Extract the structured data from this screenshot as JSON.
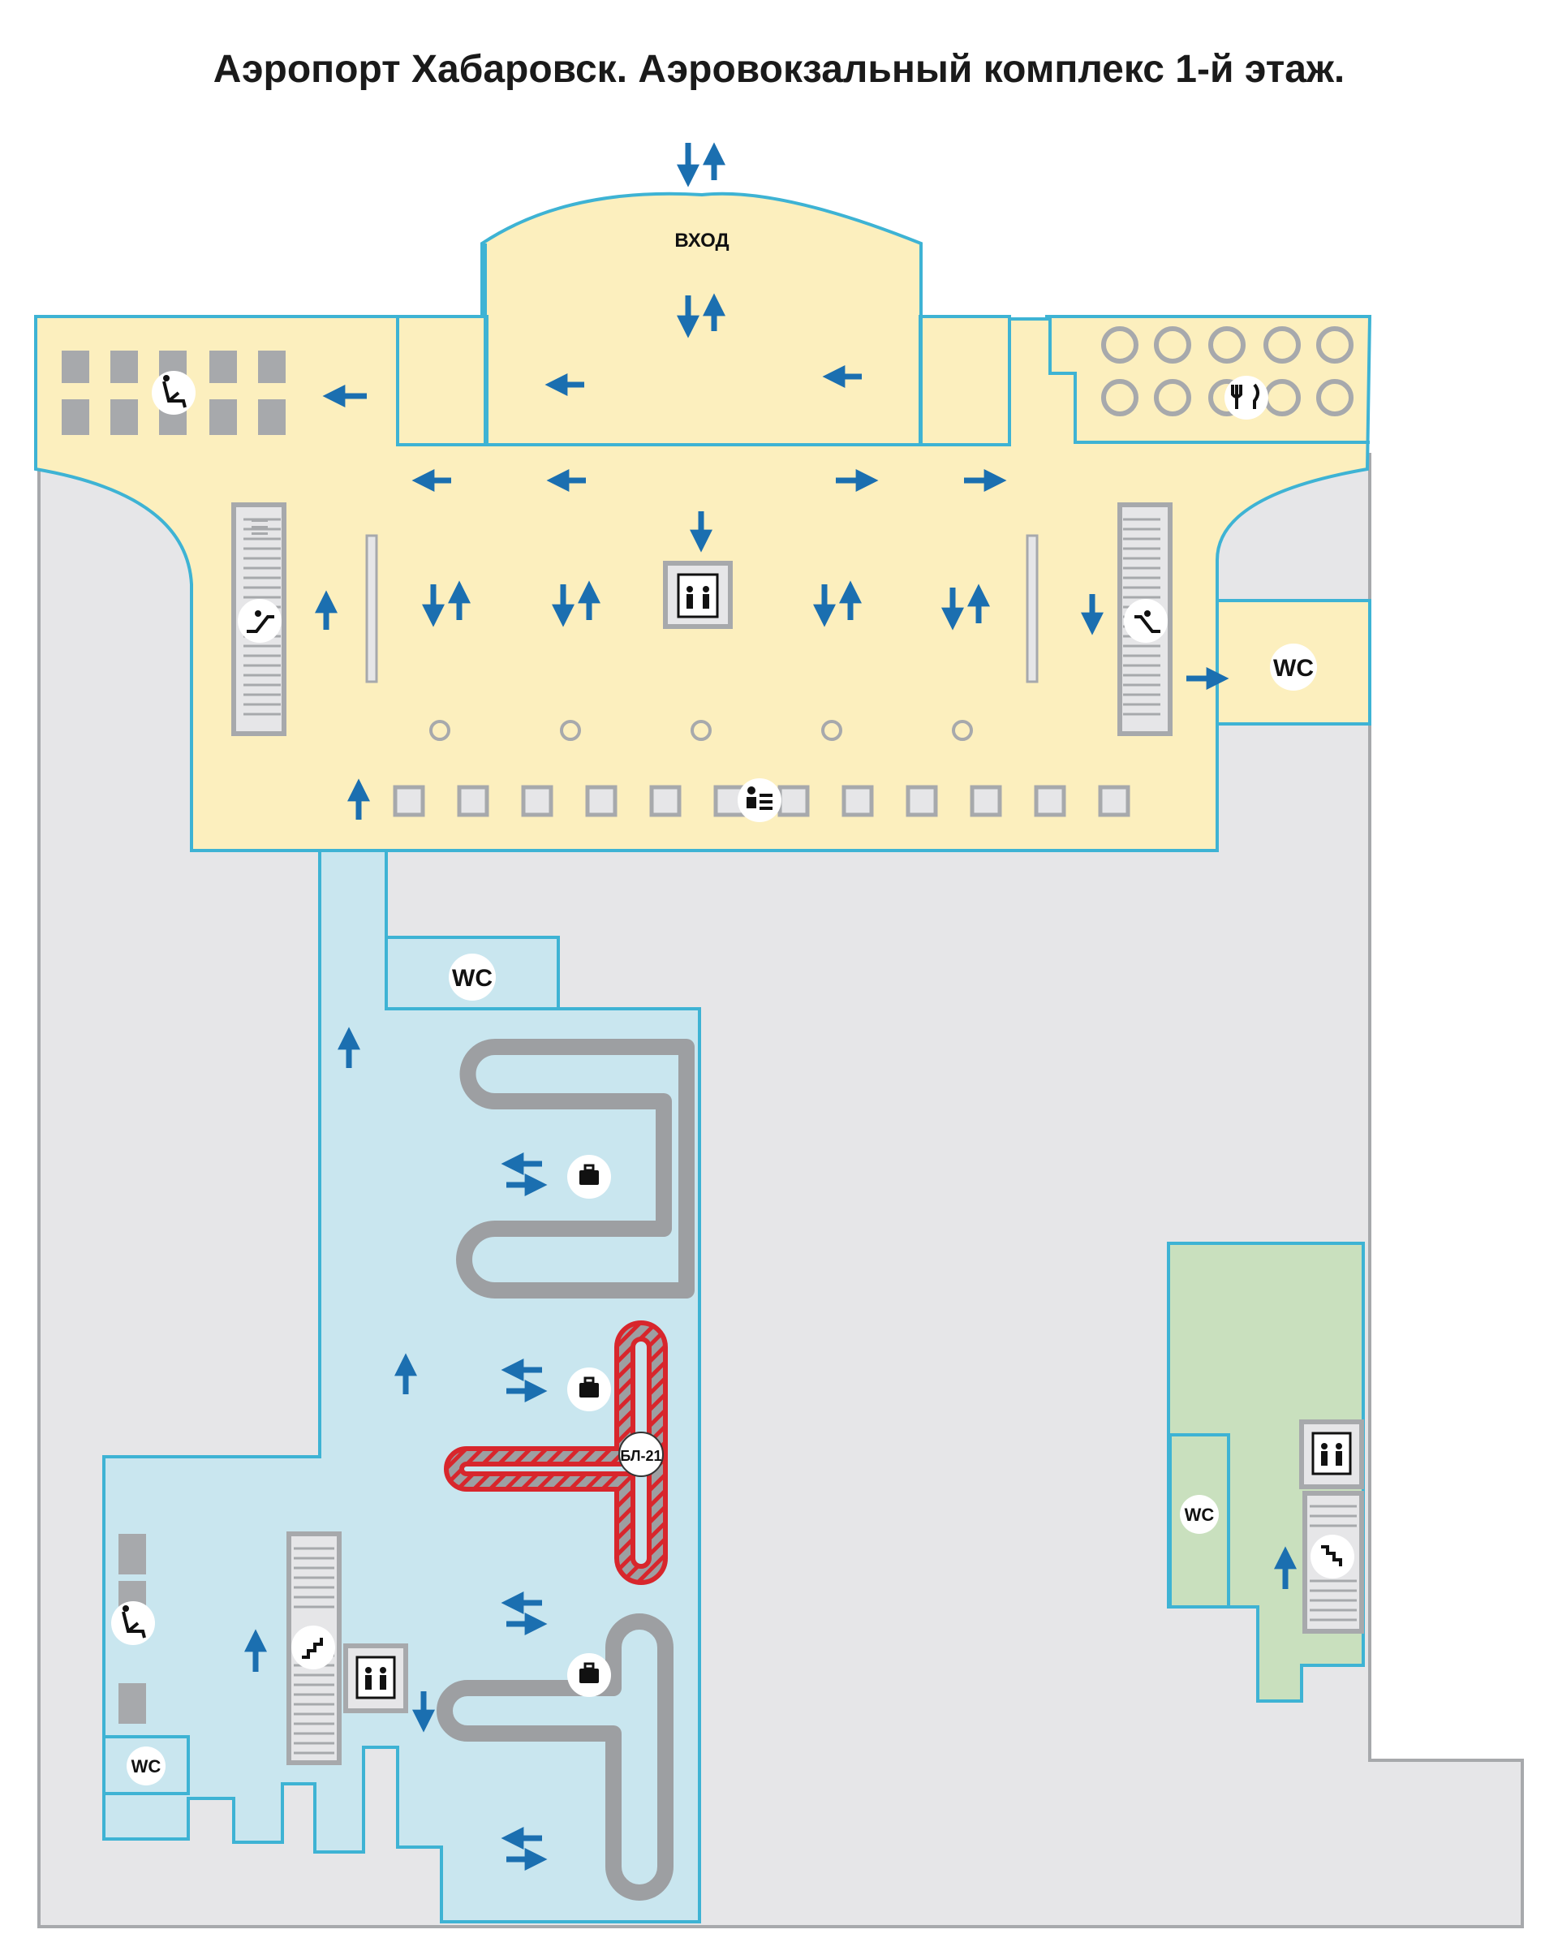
{
  "title": "Аэропорт Хабаровск. Аэровокзальный комплекс 1-й этаж.",
  "labels": {
    "entrance": "ВХОД",
    "wc": "WC",
    "belt": "БЛ-21"
  },
  "colors": {
    "hall": "#fcefbe",
    "arrivals": "#c9e6ef",
    "service": "#c9e0be",
    "outline": "#3eb3d4",
    "background_area": "#e6e6e8",
    "arrow": "#1b6fb0",
    "belt_active": "#d8262c",
    "belt": "#9d9fa2"
  },
  "icons": {
    "seating": "seat-icon",
    "restaurant": "fork-knife-icon",
    "elevator": "elevator-icon",
    "escalator_up": "escalator-up-icon",
    "escalator_down": "escalator-down-icon",
    "stairs": "stairs-icon",
    "check_in": "check-in-icon",
    "baggage": "baggage-claim-icon"
  }
}
